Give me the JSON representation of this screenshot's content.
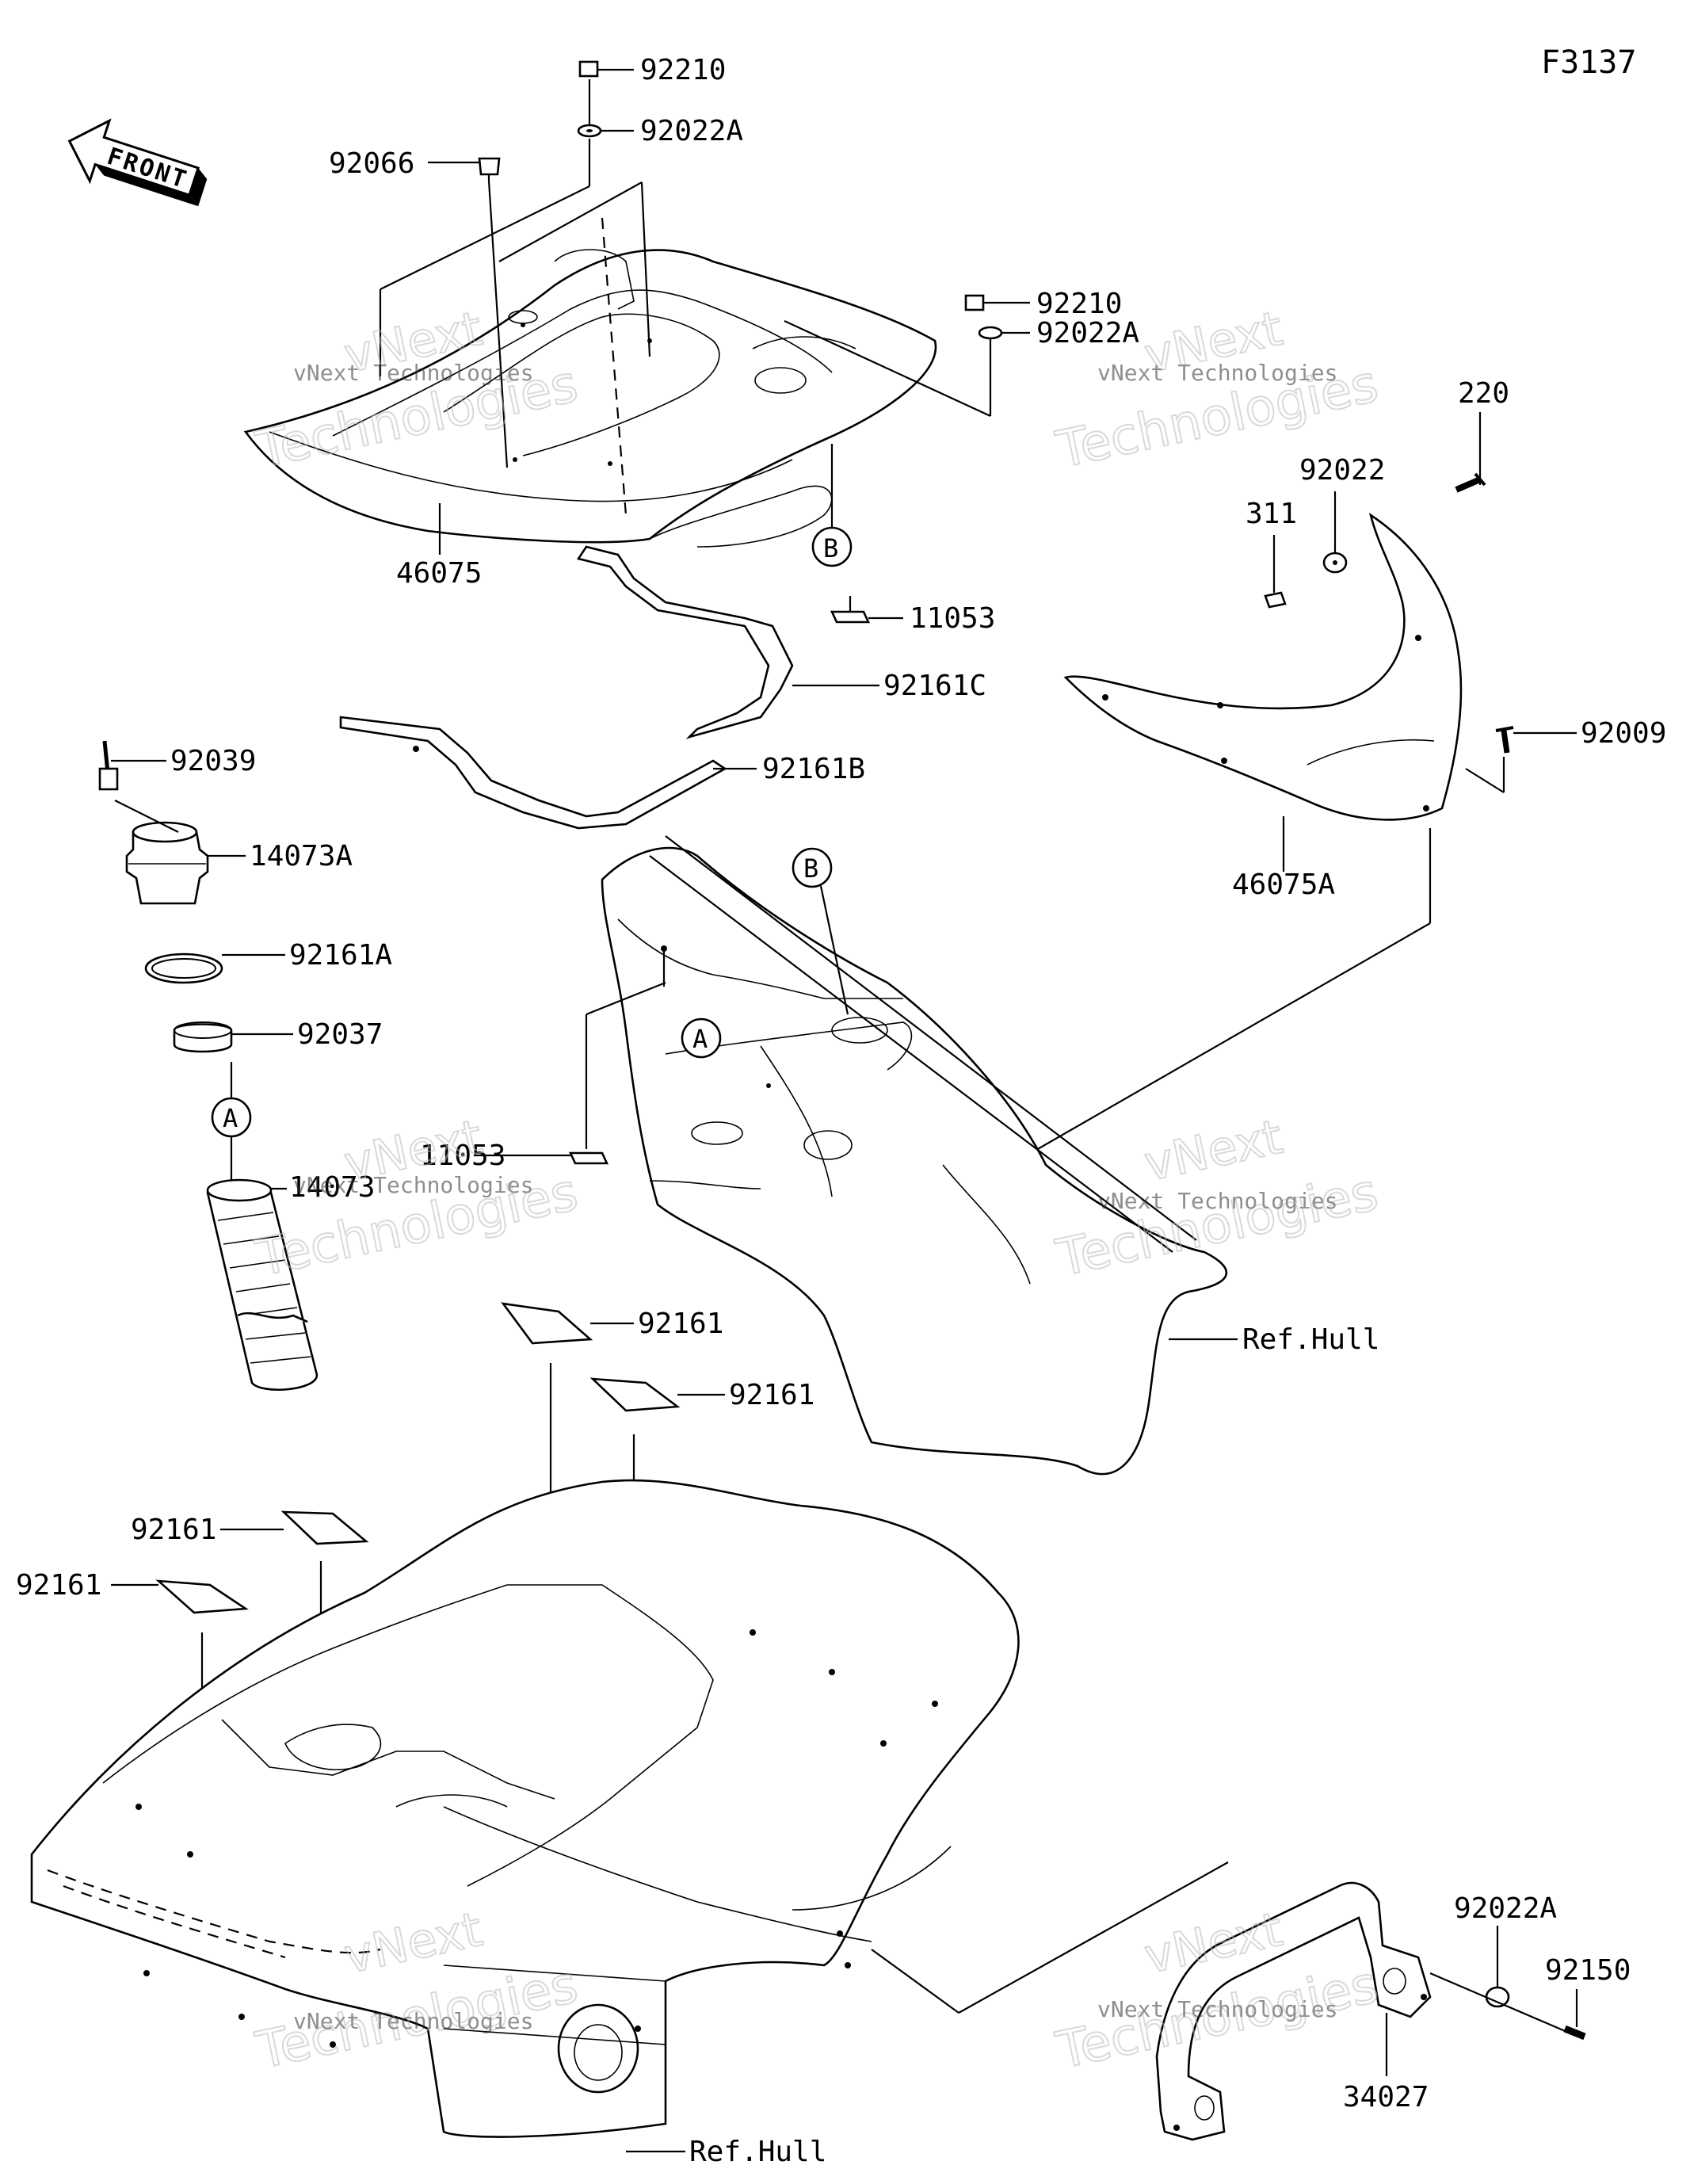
{
  "diagram": {
    "code": "F3137",
    "front_label": "FRONT",
    "callouts": {
      "p92210_top": "92210",
      "p92022A_top": "92022A",
      "p92066": "92066",
      "p92210_mid": "92210",
      "p92022A_mid": "92022A",
      "p46075": "46075",
      "p11053_b": "11053",
      "p92161C": "92161C",
      "p92161B": "92161B",
      "p220": "220",
      "p92022": "92022",
      "p311": "311",
      "p92009": "92009",
      "p46075A": "46075A",
      "p92039": "92039",
      "p14073A": "14073A",
      "p92161A": "92161A",
      "p92037": "92037",
      "p11053_a": "11053",
      "p14073": "14073",
      "ref_hull_mid": "Ref.Hull",
      "p92161_1": "92161",
      "p92161_2": "92161",
      "p92161_3": "92161",
      "p92161_4": "92161",
      "p92022A_bot": "92022A",
      "p92150": "92150",
      "p34027": "34027",
      "ref_hull_bot": "Ref.Hull"
    },
    "markers": {
      "b_top": "B",
      "b_hull": "B",
      "a_hull": "A",
      "a_hose": "A"
    },
    "watermark": {
      "brand": "vNext",
      "word": "Technologies",
      "full": "vNext Technologies"
    }
  }
}
